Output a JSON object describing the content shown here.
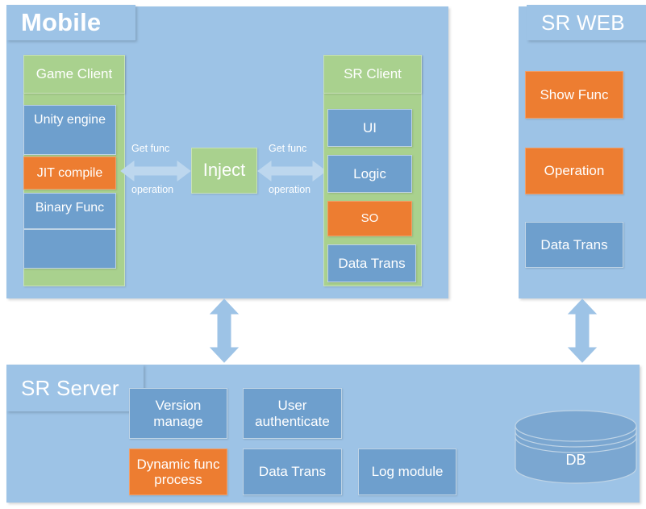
{
  "colors": {
    "panel_blue": "#9DC3E6",
    "block_blue": "#6E9FCD",
    "green": "#A9D18E",
    "orange": "#ED7D31",
    "white": "#FFFFFF",
    "background": "#FFFFFF"
  },
  "panels": {
    "mobile": {
      "title": "Mobile",
      "game_client": {
        "header": "Game Client",
        "items": [
          {
            "label": "Unity engine",
            "color": "blue"
          },
          {
            "label": "JIT compile",
            "color": "orange"
          },
          {
            "label": "Binary Func",
            "color": "blue"
          }
        ]
      },
      "inject": {
        "label": "Inject"
      },
      "sr_client": {
        "header": "SR Client",
        "items": [
          {
            "label": "UI",
            "color": "blue"
          },
          {
            "label": "Logic",
            "color": "blue"
          },
          {
            "label": "SO",
            "color": "orange"
          },
          {
            "label": "Data Trans",
            "color": "blue"
          }
        ]
      },
      "arrow_left": {
        "top_label": "Get func",
        "bottom_label": "operation"
      },
      "arrow_right": {
        "top_label": "Get func",
        "bottom_label": "operation"
      }
    },
    "sr_web": {
      "title": "SR WEB",
      "items": [
        {
          "label": "Show Func",
          "color": "orange"
        },
        {
          "label": "Operation",
          "color": "orange"
        },
        {
          "label": "Data Trans",
          "color": "blue"
        }
      ]
    },
    "sr_server": {
      "title": "SR Server",
      "items": [
        {
          "label": "Version manage",
          "color": "blue"
        },
        {
          "label": "User authenticate",
          "color": "blue"
        },
        {
          "label": "Dynamic func process",
          "color": "orange"
        },
        {
          "label": "Data Trans",
          "color": "blue"
        },
        {
          "label": "Log module",
          "color": "blue"
        }
      ],
      "database": {
        "label": "DB"
      }
    }
  },
  "connectors": {
    "mobile_to_server": "bidirectional-vertical-arrow",
    "web_to_server": "bidirectional-vertical-arrow"
  }
}
